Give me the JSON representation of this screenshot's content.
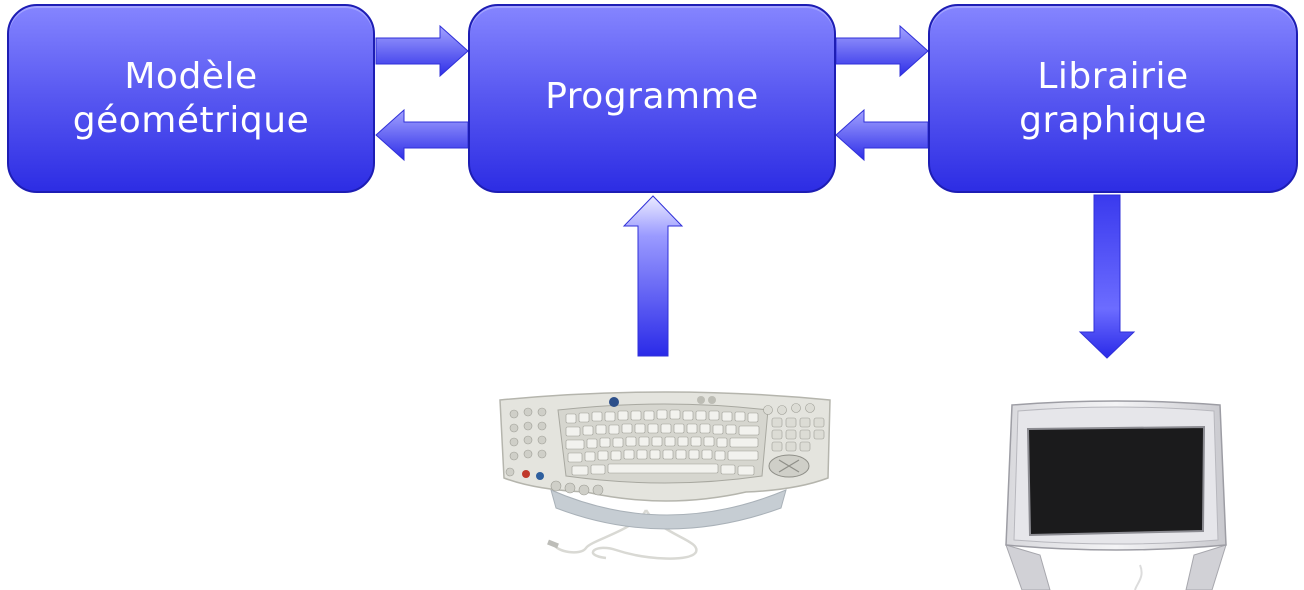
{
  "boxes": {
    "model": {
      "label": "Modèle\ngéométrique"
    },
    "program": {
      "label": "Programme"
    },
    "library": {
      "label": "Librairie\ngraphique"
    }
  },
  "colors": {
    "box_top": "#8585ff",
    "box_bottom": "#2d2de4",
    "arrow_top": "#9a9aff",
    "arrow_bottom": "#2a2ae8",
    "label_text": "#ffffff"
  },
  "icons": {
    "input_device": "keyboard-icon",
    "output_device": "monitor-icon"
  }
}
